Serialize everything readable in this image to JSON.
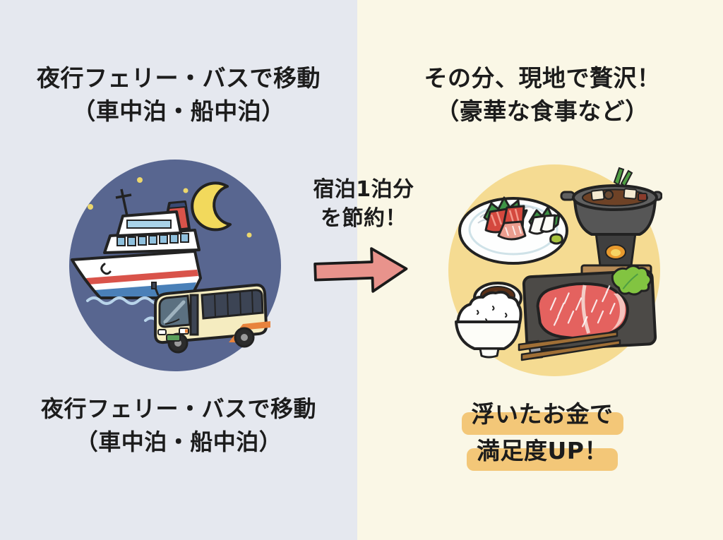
{
  "colors": {
    "left_bg": "#e5e8ef",
    "right_bg": "#faf7e6",
    "night_circle": "#586690",
    "food_circle": "#f5db92",
    "arrow_fill": "#e8938c",
    "highlight": "#f3c778",
    "ink": "#1c1c1c"
  },
  "left_panel": {
    "title": "夜行フェリー・バスで移動",
    "subtitle": "（車中泊・船中泊）",
    "caption_title": "夜行フェリー・バスで移動",
    "caption_subtitle": "（車中泊・船中泊）",
    "illustration_icons": [
      "crescent-moon-icon",
      "stars-icon",
      "ferry-ship-icon",
      "highway-bus-icon",
      "water-waves-icon"
    ]
  },
  "center": {
    "label_line1": "宿泊1泊分",
    "label_line2": "を節約！",
    "arrow_icon": "right-arrow-icon"
  },
  "right_panel": {
    "title": "その分、現地で贅沢！",
    "subtitle": "（豪華な食事など）",
    "caption_line1": "浮いたお金で",
    "caption_line2": "満足度UP！",
    "illustration_icons": [
      "sashimi-plate-icon",
      "hot-pot-icon",
      "soy-sauce-dish-icon",
      "rice-bowl-icon",
      "steak-plate-icon",
      "chopsticks-icon"
    ]
  }
}
